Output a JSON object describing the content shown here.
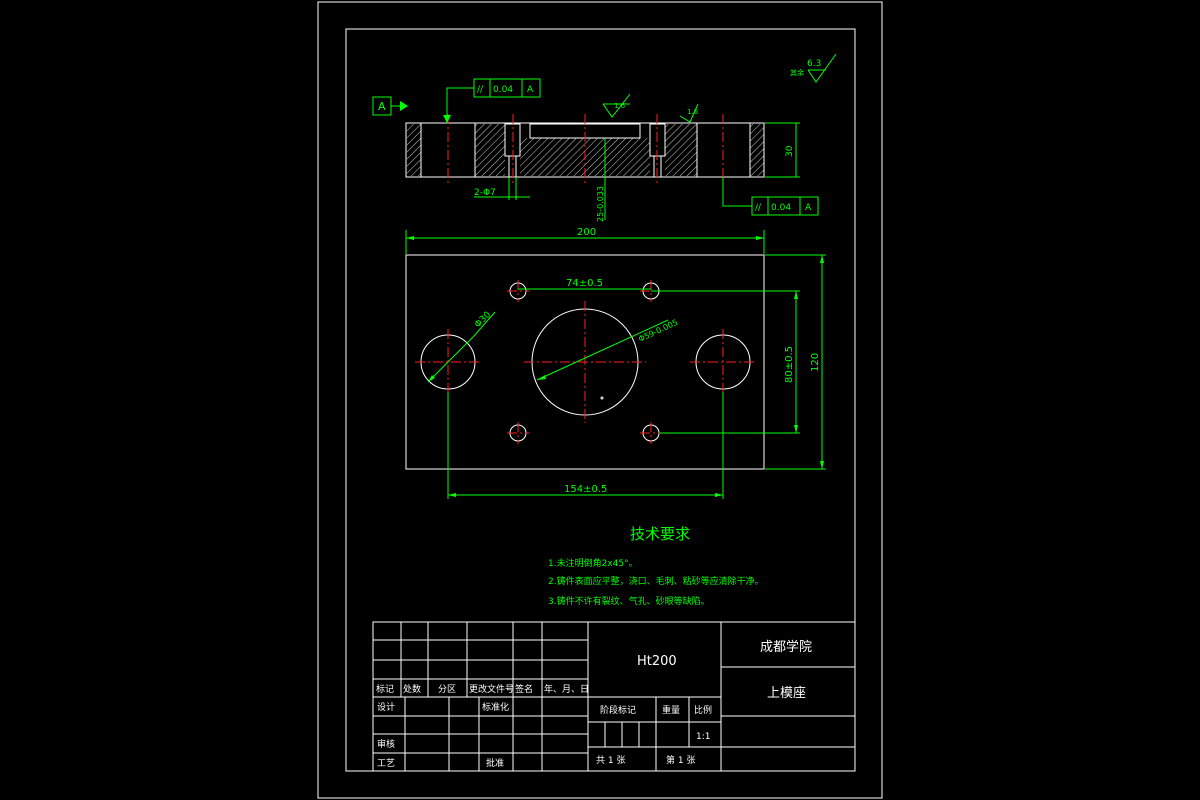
{
  "datum": {
    "label": "A"
  },
  "surface": {
    "roughness_main": "6.3",
    "roughness_note": "其余",
    "roughness_1": "1.6",
    "roughness_2": "1.6"
  },
  "tolerance_top": {
    "symbol": "//",
    "value": "0.04",
    "datum": "A"
  },
  "tolerance_bottom": {
    "symbol": "//",
    "value": "0.04",
    "datum": "A"
  },
  "dims": {
    "hole_small": "2-Φ7",
    "pocket_depth": "25-0.033",
    "thickness": "30",
    "width": "200",
    "pitch_x": "74±0.5",
    "big_hole_dia": "Φ30",
    "center_hole_dia": "Φ59-0.005",
    "height_pitch": "80±0.5",
    "height": "120",
    "bottom_span": "154±0.5"
  },
  "tech": {
    "title": "技术要求",
    "items": [
      "1.未注明倒角2x45°。",
      "2.铸件表面应平整，浇口、毛刺、粘砂等应清除干净。",
      "3.铸件不许有裂纹、气孔、砂眼等缺陷。"
    ]
  },
  "title_block": {
    "material": "Ht200",
    "school": "成都学院",
    "part_name": "上模座",
    "rev_headers": [
      "标记",
      "处数",
      "分区",
      "更改文件号",
      "签名",
      "年、月、日"
    ],
    "design": "设计",
    "standard": "标准化",
    "review": "审核",
    "process": "工艺",
    "approve": "批准",
    "stage": "阶段标记",
    "weight": "重量",
    "scale": "比例",
    "scale_value": "1:1",
    "total_sheets": "共 1 张",
    "sheet_no": "第 1 张"
  }
}
